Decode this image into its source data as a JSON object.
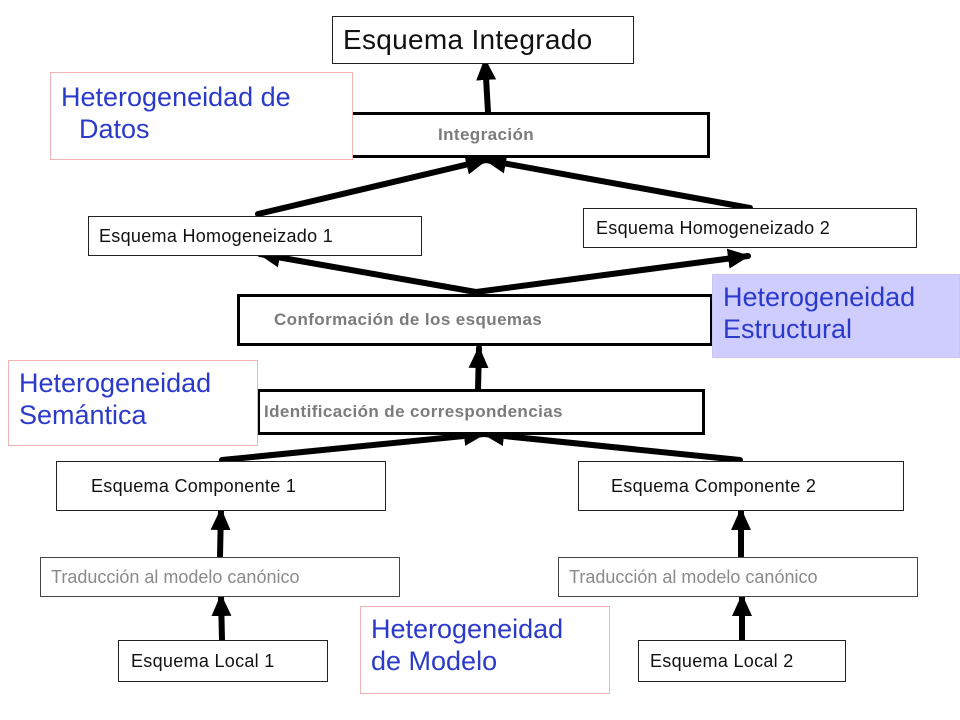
{
  "nodes": {
    "integrated": "Esquema Integrado",
    "integration": "Integración",
    "homogenized_1": "Esquema Homogeneizado 1",
    "homogenized_2": "Esquema Homogeneizado 2",
    "conformation": "Conformación de los esquemas",
    "identification": "Identificación de  correspondencias",
    "component_1": "Esquema Componente 1",
    "component_2": "Esquema Componente 2",
    "translation_1": "Traducción al modelo canónico",
    "translation_2": "Traducción al modelo canónico",
    "local_1": "Esquema Local 1",
    "local_2": "Esquema Local 2"
  },
  "annotations": {
    "data": {
      "line1": "Heterogeneidad  de",
      "line2": "Datos"
    },
    "structural": {
      "line1": "Heterogeneidad",
      "line2": "Estructural"
    },
    "semantic": {
      "line1": "Heterogeneidad",
      "line2": "Semántica"
    },
    "model": {
      "line1": "Heterogeneidad",
      "line2": "de Modelo"
    }
  },
  "colors": {
    "annotation_text": "#2b3acb",
    "annotation_border": "#f2b3b3",
    "structural_fill": "#cfcdfd",
    "process_text": "#7b7b7b"
  }
}
